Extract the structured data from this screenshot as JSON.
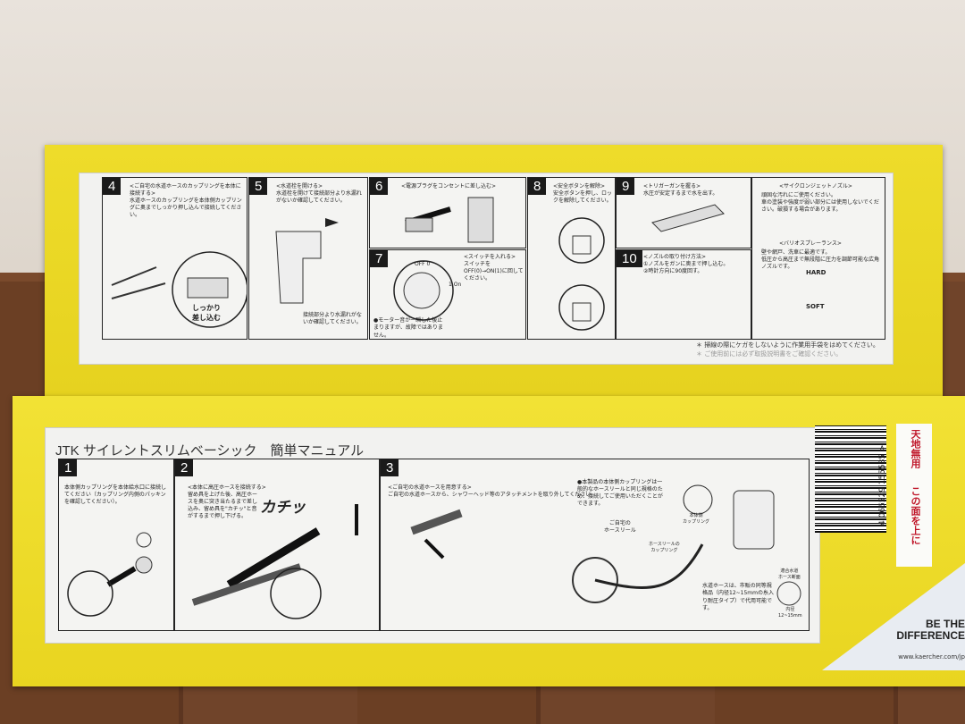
{
  "upper_manual": {
    "steps": [
      {
        "num": "4",
        "title": "<ご自宅の水道ホースのカップリングを本体に接続する>",
        "text": "水道ホースのカップリングを本体側カップリングに奥までしっかり押し込んで接続してください。",
        "callout": "しっかり\n差し込む"
      },
      {
        "num": "5",
        "title": "<水道栓を開ける>",
        "text": "水道栓を開けて接続部分より水漏れがないか確認してください。",
        "note": "接続部分より水漏れがないか確認してください。"
      },
      {
        "num": "6",
        "title": "<電源プラグをコンセントに差し込む>"
      },
      {
        "num": "7",
        "title": "<スイッチを入れる>",
        "text": "スイッチをOFF(0)→ON(1)に回してください。",
        "note": "●モーター音が一瞬した後止まりますが、故障ではありません。",
        "dial_off": "OFF 0",
        "dial_on": "1 On"
      },
      {
        "num": "8",
        "title": "<安全ボタンを解除>",
        "text": "安全ボタンを押し、ロックを解除してください。"
      },
      {
        "num": "9",
        "title": "<トリガーガンを握る>",
        "text": "水圧が安定するまで水を出す。"
      },
      {
        "num": "10",
        "title": "<ノズルの取り付け方法>",
        "text": "①ノズルをガンに奥まで押し込む。\n②時計方向に90度回す。"
      }
    ],
    "nozzles": {
      "cyclone_title": "<サイクロンジェットノズル>",
      "cyclone_text": "頑固な汚れにご使用ください。\n車の塗装や強度が弱い部分には使用しないでください。破損する場合があります。",
      "vario_title": "<バリオスプレーランス>",
      "vario_text": "壁や網戸、洗車に最適です。\n低圧から高圧まで無段階に圧力を調節可能な広角ノズルです。",
      "hard": "HARD",
      "soft": "SOFT"
    },
    "footnotes": [
      "＊ 掃線の際にケガをしないように作業用手袋をはめてください。",
      "＊ ご使用前には必ず取扱説明書をご確認ください。"
    ]
  },
  "lower_manual": {
    "title": "JTK サイレントスリムベーシック　簡単マニュアル",
    "steps": [
      {
        "num": "1",
        "text": "本体側カップリングを本体給水口に接続してください（カップリング内側のパッキンを確認してください）。"
      },
      {
        "num": "2",
        "title": "<本体に高圧ホースを接続する>",
        "text": "留め具を上げた後、高圧ホースを奥に突き当たるまで差し込み、留め具を\"カチッ\"と音がするまで押し下げる。",
        "sound": "カチッ"
      },
      {
        "num": "3",
        "title": "<ご自宅の水道ホースを用意する>",
        "text": "ご自宅の水道ホースから、シャワーヘッド等のアタッチメントを取り外してください。",
        "note": "●本製品の本体側カップリングは一般的なホースリールと同じ規格のため、接続してご使用いただくことができます。",
        "reel_label": "ご自宅の\nホースリール",
        "reel_coupling": "ホースリールの\nカップリング",
        "body_coupling": "本体側\nカップリング",
        "hose_text": "水道ホースは、市販の同等規格品（内径12~15mmの糸入り耐圧タイプ）で代用可能です。",
        "hose_section": "適合水道\nホース断面",
        "inner_diameter": "内径\n12~15mm"
      }
    ]
  },
  "barcode": {
    "number": "4 066529 155535 >"
  },
  "side_label": {
    "top": "天地無用",
    "orientation": "この面を上に"
  },
  "brand": {
    "slogan": "BE THE\nDIFFERENCE",
    "url": "www.kaercher.com/jp"
  },
  "colors": {
    "box_yellow": "#f0de2a",
    "label_red": "#c0182b"
  }
}
